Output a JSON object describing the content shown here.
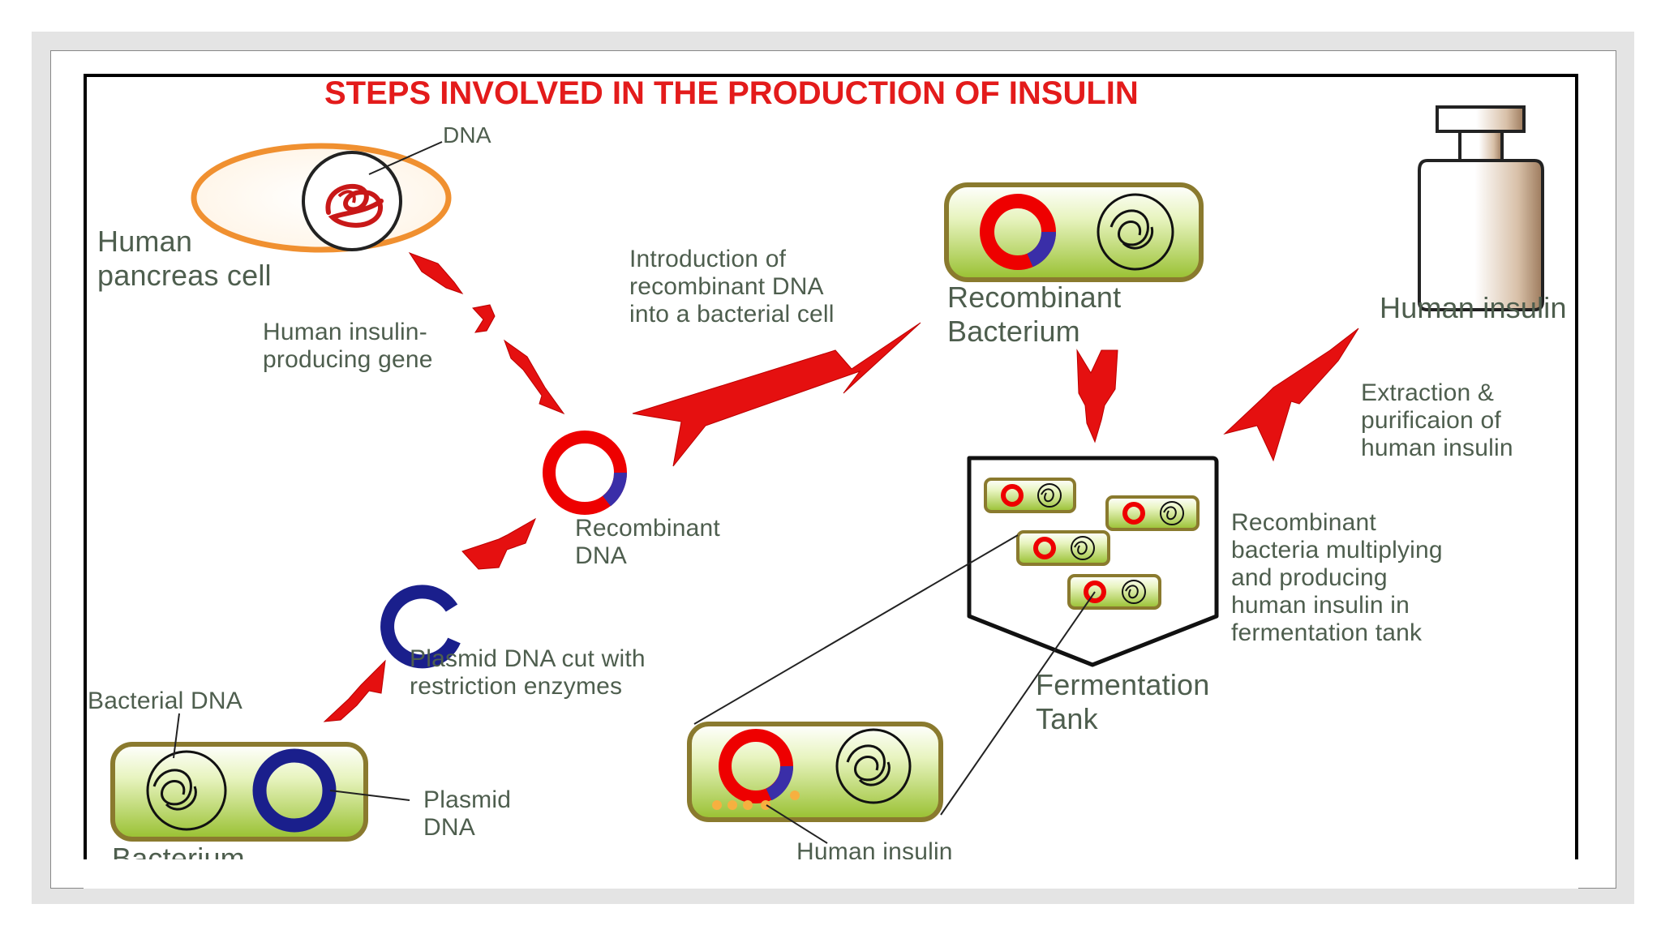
{
  "title": "STEPS INVOLVED IN THE PRODUCTION OF INSULIN",
  "labels": {
    "dna": "DNA",
    "human_pancreas_cell": "Human\npancreas cell",
    "human_insulin_gene": "Human insulin-\nproducing gene",
    "introduction": "Introduction of\nrecombinant DNA\ninto a bacterial cell",
    "recombinant_bacterium": "Recombinant\nBacterium",
    "human_insulin_vial": "Human insulin",
    "extraction": "Extraction &\npurificaion of\nhuman insulin",
    "recombinant_dna": "Recombinant\nDNA",
    "multiplying": "Recombinant\nbacteria multiplying\nand producing\nhuman insulin in\nfermentation tank",
    "plasmid_cut": "Plasmid DNA cut with\nrestriction enzymes",
    "bacterial_dna": "Bacterial DNA",
    "fermentation_tank": "Fermentation\nTank",
    "plasmid_dna": "Plasmid\nDNA",
    "bacterium": "Bacterium",
    "human_insulin_bottom": "Human insulin"
  },
  "colors": {
    "title": "#e31b1b",
    "arrow": "#e51010",
    "plasmid_blue": "#1a1f8c",
    "cell_green": "#a8cc3c",
    "cell_border": "#8a7a2e",
    "pancreas_orange": "#f09030",
    "insulin_dots": "#f0a020"
  }
}
